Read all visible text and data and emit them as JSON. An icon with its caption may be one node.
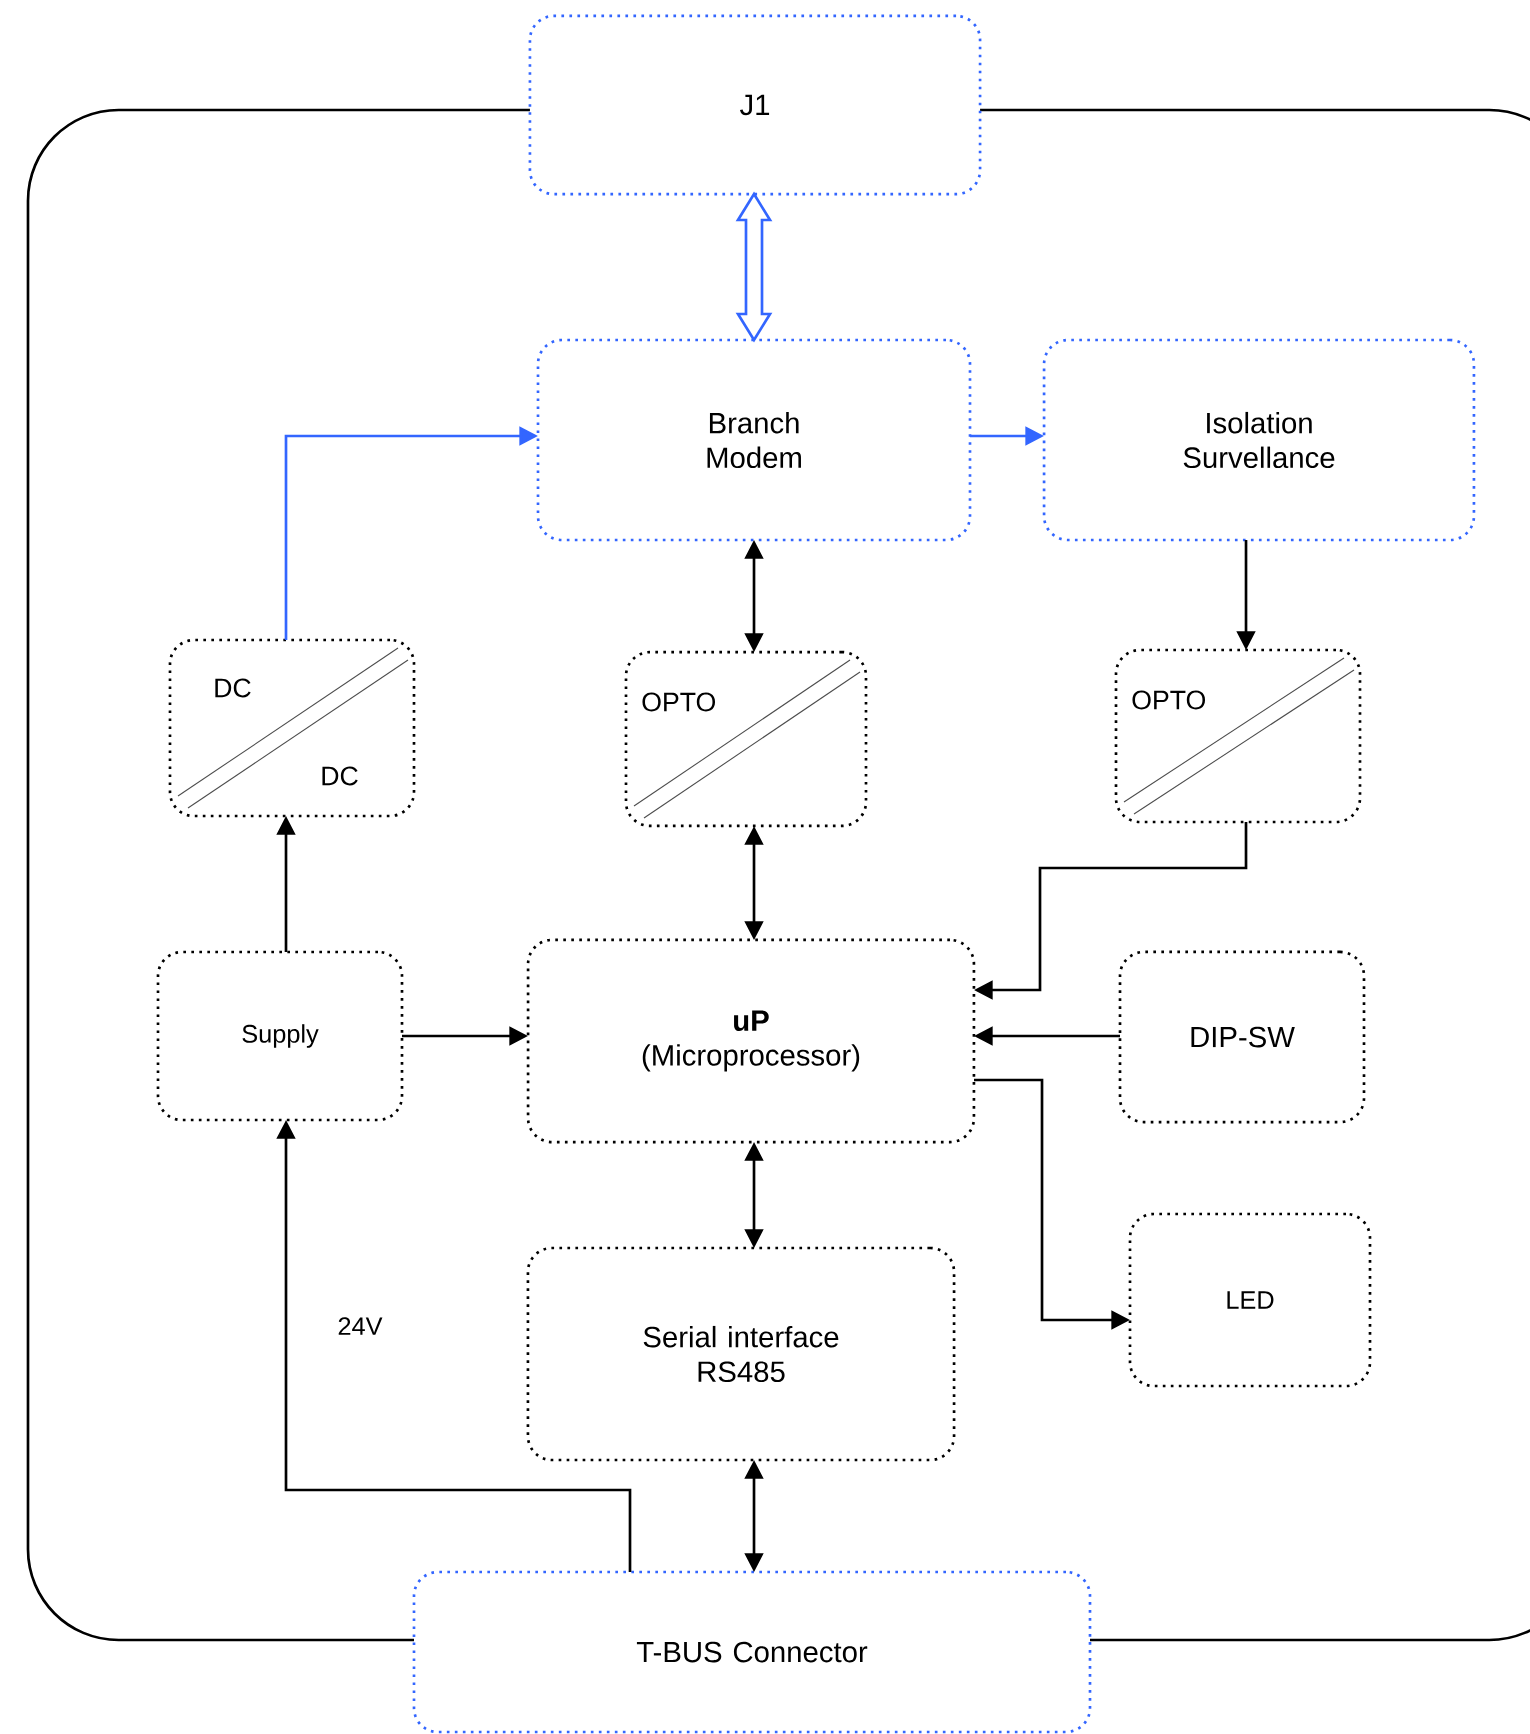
{
  "diagram": {
    "nodes": [
      {
        "text": [
          "J1"
        ]
      },
      {
        "text": [
          "Branch Modem"
        ]
      },
      {
        "text": [
          "Isolation Survellance"
        ]
      },
      {
        "text": [
          "DC",
          "DC"
        ]
      },
      {
        "text": [
          "OPTO"
        ]
      },
      {
        "text": [
          "OPTO"
        ]
      },
      {
        "text": [
          "Supply"
        ]
      },
      {
        "text": [
          "uP",
          "(Microprocessor)"
        ]
      },
      {
        "text": [
          "DIP-SW"
        ]
      },
      {
        "text": [
          "Serial interface RS485"
        ]
      },
      {
        "text": [
          "LED"
        ]
      },
      {
        "text": [
          "T-BUS Connector"
        ]
      }
    ],
    "edges": [
      {
        "from": 0,
        "to": 1,
        "arrow": "both",
        "style": "thick",
        "color": "#3366ff"
      },
      {
        "from": 1,
        "to": 2,
        "arrow": "to",
        "color": "#3366ff"
      },
      {
        "from": 3,
        "to": 1,
        "arrow": "to",
        "color": "#3366ff"
      },
      {
        "from": 6,
        "to": 3,
        "arrow": "to"
      },
      {
        "from": 1,
        "to": 4,
        "arrow": "both"
      },
      {
        "from": 2,
        "to": 5,
        "arrow": "to"
      },
      {
        "from": 4,
        "to": 7,
        "arrow": "both"
      },
      {
        "from": 5,
        "to": 7,
        "arrow": "to"
      },
      {
        "from": 6,
        "to": 7,
        "arrow": "to"
      },
      {
        "from": 8,
        "to": 7,
        "arrow": "to"
      },
      {
        "from": 7,
        "to": 10,
        "arrow": "to"
      },
      {
        "from": 7,
        "to": 9,
        "arrow": "both"
      },
      {
        "from": 9,
        "to": 11,
        "arrow": "both"
      },
      {
        "from": 11,
        "to": 6,
        "arrow": "to",
        "label": "24V"
      }
    ]
  }
}
